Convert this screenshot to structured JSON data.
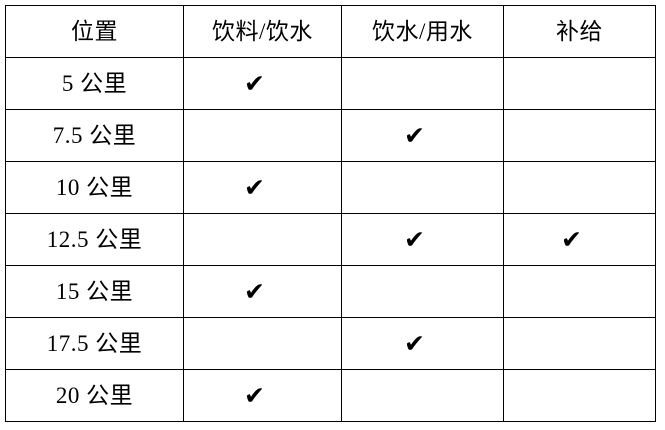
{
  "table": {
    "columns": [
      {
        "key": "location",
        "label": "位置"
      },
      {
        "key": "drink",
        "label": "饮料/饮水"
      },
      {
        "key": "water",
        "label": "饮水/用水"
      },
      {
        "key": "supply",
        "label": "补给"
      }
    ],
    "check_glyph": "✔",
    "rows": [
      {
        "location": "5 公里",
        "drink": "✔",
        "water": "",
        "supply": ""
      },
      {
        "location": "7.5 公里",
        "drink": "",
        "water": "✔",
        "supply": ""
      },
      {
        "location": "10 公里",
        "drink": "✔",
        "water": "",
        "supply": ""
      },
      {
        "location": "12.5 公里",
        "drink": "",
        "water": "✔",
        "supply": "✔"
      },
      {
        "location": "15 公里",
        "drink": "✔",
        "water": "",
        "supply": ""
      },
      {
        "location": "17.5 公里",
        "drink": "",
        "water": "✔",
        "supply": ""
      },
      {
        "location": "20 公里",
        "drink": "✔",
        "water": "",
        "supply": ""
      }
    ]
  },
  "style": {
    "border_color": "#000000",
    "text_color": "#000000",
    "background_color": "#ffffff"
  }
}
